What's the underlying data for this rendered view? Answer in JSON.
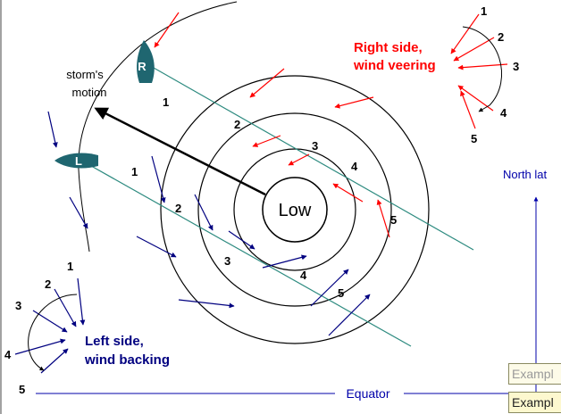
{
  "diagram": {
    "labels": {
      "storm_motion": [
        "storm's",
        "motion"
      ],
      "low": "Low",
      "right_side": [
        "Right side,",
        "wind veering"
      ],
      "left_side": [
        "Left side,",
        "wind backing"
      ],
      "north_lat": "North lat",
      "equator": "Equator",
      "ship_right": "R",
      "ship_left": "L"
    },
    "numbers": {
      "right_track": [
        "1",
        "2",
        "3",
        "4",
        "5"
      ],
      "left_track": [
        "1",
        "2",
        "3",
        "4",
        "5"
      ],
      "right_inset": [
        "1",
        "2",
        "3",
        "4",
        "5"
      ],
      "left_inset": [
        "1",
        "2",
        "3",
        "4",
        "5"
      ]
    },
    "colors": {
      "right_wind": "#ff0000",
      "left_wind": "#000080",
      "track_lines": "#2e8b80",
      "ship": "#1f6670",
      "axis": "#0000aa"
    }
  },
  "tabs": [
    "Exampl",
    "Exampl"
  ]
}
